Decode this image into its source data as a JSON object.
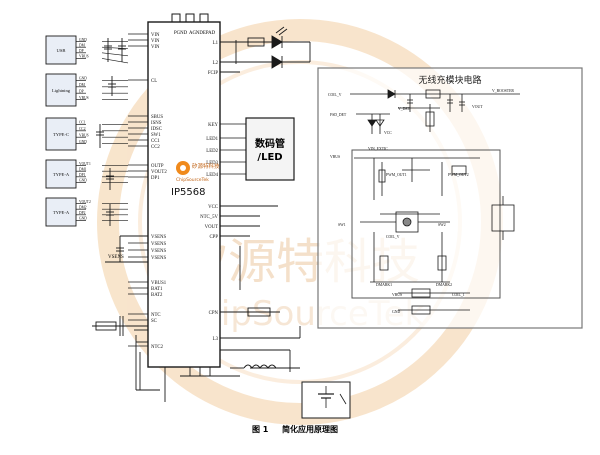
{
  "watermark": {
    "cn_text": "矽源特科技",
    "en_text": "ChipSourceTek"
  },
  "logo": {
    "cn_text": "矽源特科技",
    "en_text": "ChipSourceTek",
    "part": "IP5568"
  },
  "ic": {
    "top_pins": [
      "PGND",
      "AGND",
      "EPAD"
    ],
    "left_pins": [
      "VIN",
      "VIN",
      "VIN",
      "CL",
      "SBUS",
      "ISNS",
      "IDSC",
      "SW1",
      "CC1",
      "CC2",
      "OUTP",
      "VOUT2",
      "DP1",
      "VSENS",
      "VSENS",
      "VSENS",
      "VSENS",
      "VBUS1",
      "BAT1",
      "BAT2",
      "NTC",
      "SC",
      "NTC2"
    ],
    "right_pins": [
      "L1",
      "L2",
      "FCIP",
      "KEY",
      "LED1",
      "LED2",
      "LED3",
      "LED4",
      "VCC",
      "NTC_5V",
      "VOUT",
      "CPP",
      "CPN",
      "L3"
    ]
  },
  "connectors": [
    {
      "name": "USB",
      "pins": [
        "GND",
        "DM",
        "DP",
        "VBUS"
      ]
    },
    {
      "name": "Lightning",
      "pins": [
        "GND",
        "DM",
        "DP",
        "VBUS"
      ]
    },
    {
      "name": "TYPE-C",
      "pins": [
        "CC1",
        "CC2",
        "VBUS",
        "GND"
      ]
    },
    {
      "name": "TYPE-A",
      "pins": [
        "VOUT1",
        "DM1",
        "DP1",
        "GND"
      ]
    },
    {
      "name": "TYPE-A",
      "pins": [
        "VOUT2",
        "DM2",
        "DP2",
        "GND"
      ]
    }
  ],
  "display_box": {
    "line1": "数码管",
    "line2": "/LED"
  },
  "wireless": {
    "title": "无线充模块电路",
    "labels": [
      "COIL_V",
      "V_BOOSTER",
      "VOUT",
      "V_DET",
      "FSD_DET",
      "VCC",
      "VBUS",
      "VIN_EXTIC",
      "PWM_OUT1",
      "PWM_OUT2",
      "SW1",
      "SW2",
      "COIL_V",
      "DMARK1",
      "DMARK2",
      "VBUS",
      "COIL_1",
      "GND"
    ]
  },
  "caption": {
    "label": "图 1",
    "title": "简化应用原理图"
  },
  "colors": {
    "line": "#1a1a1a",
    "watermark": "#f3cfa3",
    "logo_orange": "#f08a1c",
    "panel_border": "#777777",
    "ic_fill": "#ffffff",
    "connector_fill": "#e9eef6"
  }
}
